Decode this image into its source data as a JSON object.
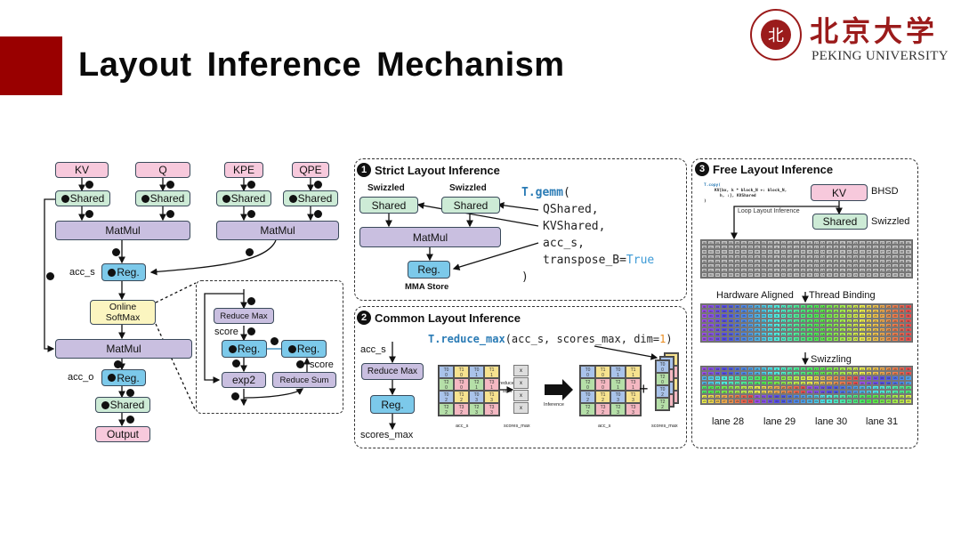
{
  "slide": {
    "title": "Layout  Inference  Mechanism",
    "logo": {
      "emblem_glyph": "北",
      "chinese_name": "北京大学",
      "english_name": "PEKING UNIVERSITY"
    }
  },
  "left_diagram": {
    "inputs": [
      "KV",
      "Q",
      "KPE",
      "QPE"
    ],
    "shared_label": "Shared",
    "matmul_label": "MatMul",
    "reg_label": "Reg.",
    "acc_s_label": "acc_s",
    "acc_o_label": "acc_o",
    "online_softmax": "Online SoftMax",
    "output_label": "Output",
    "softmax_detail": {
      "reduce_max": "Reduce Max",
      "reduce_sum": "Reduce Sum",
      "exp2": "exp2",
      "reg": "Reg.",
      "score_label_1": "score",
      "score_label_2": "score"
    }
  },
  "strict_panel": {
    "number": "1",
    "title": "Strict Layout Inference",
    "swizzled_1": "Swizzled",
    "swizzled_2": "Swizzled",
    "shared_1": "Shared",
    "shared_2": "Shared",
    "matmul": "MatMul",
    "reg": "Reg.",
    "mma_store": "MMA Store",
    "code": {
      "fn": "T.gemm",
      "open": "(",
      "args": [
        "QShared,",
        "KVShared,",
        "acc_s,"
      ],
      "kwarg": "transpose_B=",
      "kwval": "True",
      "close": ")"
    }
  },
  "common_panel": {
    "number": "2",
    "title": "Common Layout Inference",
    "code": {
      "fn": "T.reduce_max",
      "args": "(acc_s, scores_max, dim=",
      "dim": "1",
      "close": ")"
    },
    "acc_s": "acc_s",
    "reduce_max": "Reduce Max",
    "reg": "Reg.",
    "scores_max": "scores_max",
    "reduce_sum_label_1": "reduce",
    "reduce_sum_label_2": "sum",
    "inference_label": "Inference",
    "plus": "+",
    "grid_caption_1": "acc_s",
    "grid_caption_2": "scores_max",
    "grid_caption_3": "acc_s",
    "grid_caption_4": "scores_max",
    "x_mark": "x",
    "acc_grid": [
      [
        [
          "T0",
          "0",
          "b"
        ],
        [
          "T1",
          "0",
          "y"
        ],
        [
          "T0",
          "1",
          "b"
        ],
        [
          "T1",
          "1",
          "y"
        ]
      ],
      [
        [
          "T2",
          "0",
          "g"
        ],
        [
          "T3",
          "0",
          "p"
        ],
        [
          "T2",
          "1",
          "g"
        ],
        [
          "T3",
          "1",
          "p"
        ]
      ],
      [
        [
          "T0",
          "2",
          "b"
        ],
        [
          "T1",
          "2",
          "y"
        ],
        [
          "T0",
          "3",
          "b"
        ],
        [
          "T1",
          "3",
          "y"
        ]
      ],
      [
        [
          "T2",
          "2",
          "g"
        ],
        [
          "T3",
          "2",
          "p"
        ],
        [
          "T2",
          "3",
          "g"
        ],
        [
          "T3",
          "3",
          "p"
        ]
      ]
    ]
  },
  "free_panel": {
    "number": "3",
    "title": "Free Layout Inference",
    "code_fn": "T.copy(",
    "code_line2": "KV[bx, k * block_N +: block_N,",
    "code_line3": "h, :], KVShared",
    "code_close": ")",
    "kv": "KV",
    "bhsd": "BHSD",
    "shared": "Shared",
    "swizzled": "Swizzled",
    "loop_layout": "Loop Layout Inference",
    "hw_aligned": "Hardware Aligned",
    "thread_binding": "Thread Binding",
    "swizzling": "Swizzling",
    "lanes": [
      "lane 28",
      "lane 29",
      "lane 30",
      "lane 31"
    ]
  }
}
